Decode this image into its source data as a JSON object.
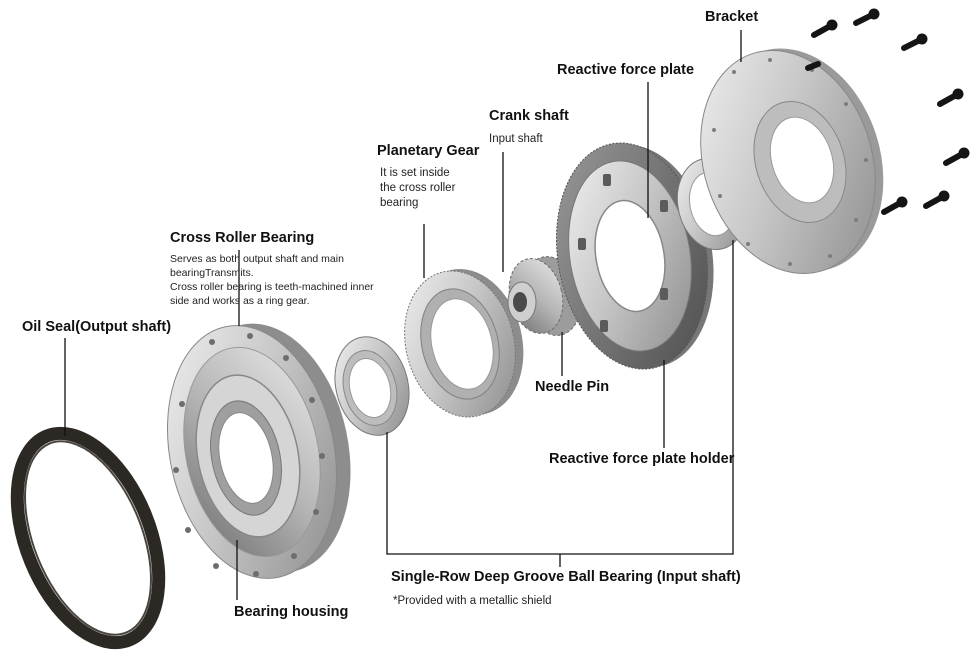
{
  "labels": {
    "bracket": "Bracket",
    "reactive_force_plate": "Reactive force plate",
    "crank_shaft": "Crank shaft",
    "crank_shaft_sub": "Input shaft",
    "planetary_gear": "Planetary Gear",
    "planetary_gear_sub": [
      "It is set inside",
      "the cross roller",
      "bearing"
    ],
    "cross_roller_bearing": "Cross Roller Bearing",
    "cross_roller_bearing_sub": [
      "Serves as both output shaft and main",
      "bearingTransmits.",
      "Cross roller bearing is teeth-machined inner",
      "side and works as a ring gear."
    ],
    "oil_seal": "Oil Seal(Output shaft)",
    "needle_pin": "Needle Pin",
    "reactive_force_plate_holder": "Reactive force plate holder",
    "bearing_housing": "Bearing housing",
    "ball_bearing": "Single-Row Deep Groove Ball Bearing (Input shaft)",
    "ball_bearing_note": "*Provided with a metallic shield"
  },
  "colors": {
    "steel_light": "#e4e4e4",
    "steel_mid": "#b9b9b9",
    "steel_dark": "#7c7c7c",
    "seal": "#2c2824",
    "leader": "#111111"
  }
}
